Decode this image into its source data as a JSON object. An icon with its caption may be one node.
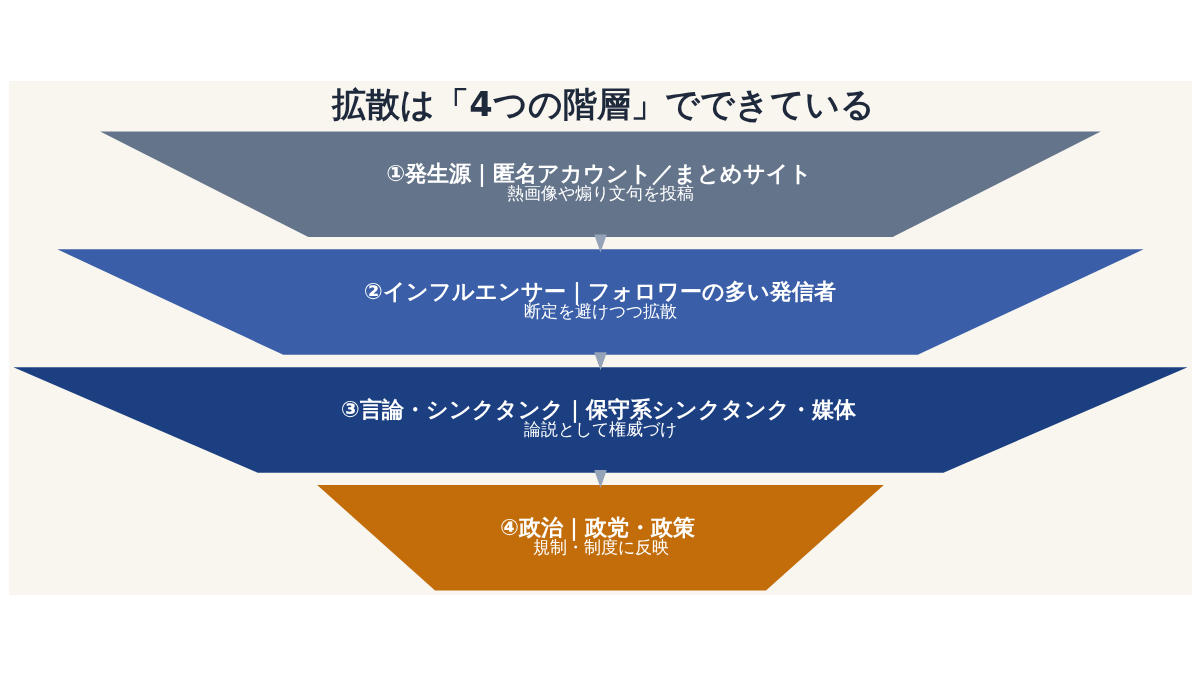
{
  "diagram": {
    "title": "拡散は「4つの階層」でできている",
    "nodes": [
      {
        "text": [
          "①発生源｜匿名アカウント／まとめサイト",
          "熱画像や煽り文句を投稿"
        ]
      },
      {
        "text": [
          "②インフルエンサー｜フォロワーの多い発信者",
          "断定を避けつつ拡散"
        ]
      },
      {
        "text": [
          "③言論・シンクタンク｜保守系シンクタンク・媒体",
          "論説として権威づけ"
        ]
      },
      {
        "text": [
          "④政治｜政党・政策",
          "規制・制度に反映"
        ]
      }
    ],
    "edges": [
      {
        "from": 0,
        "to": 1,
        "arrow": "to"
      },
      {
        "from": 1,
        "to": 2,
        "arrow": "to"
      },
      {
        "from": 2,
        "to": 3,
        "arrow": "to"
      }
    ]
  }
}
